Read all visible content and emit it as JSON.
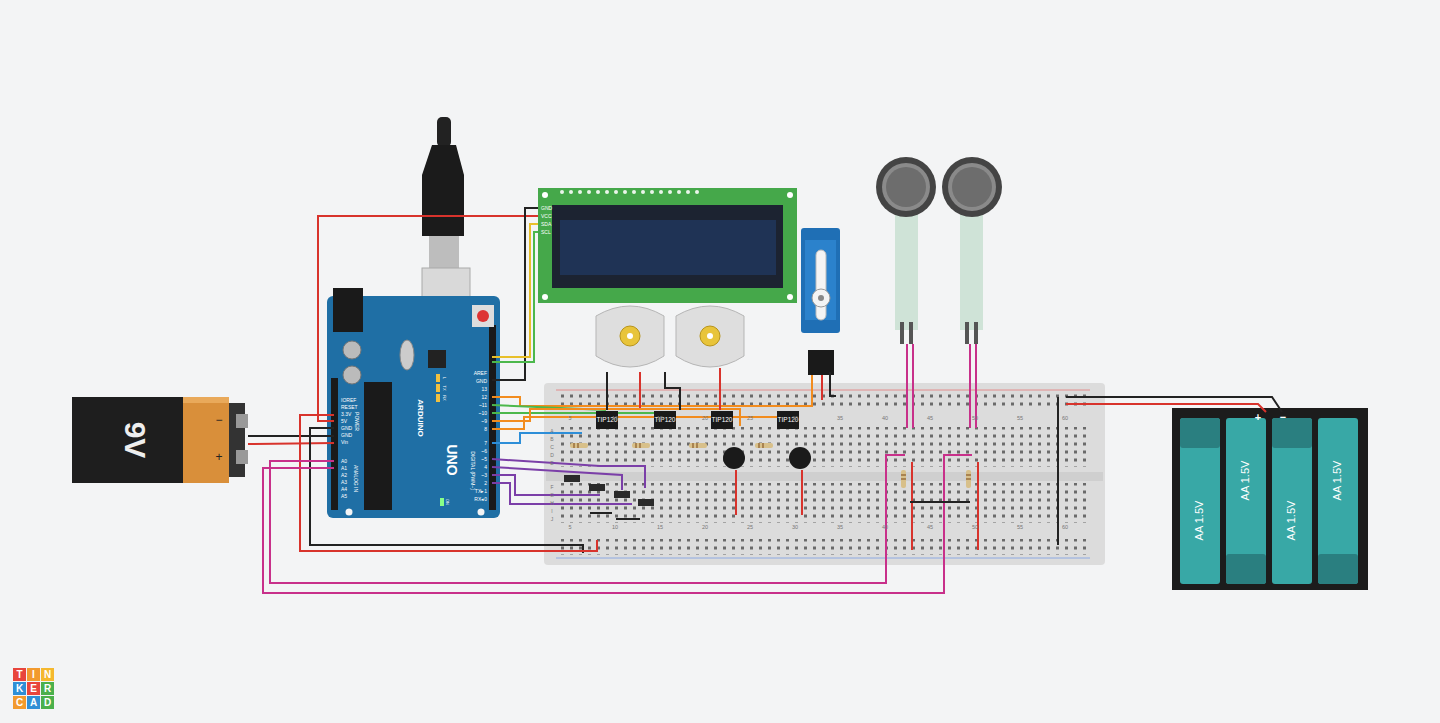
{
  "diagram": {
    "labels": [
      "9V",
      "−",
      "+",
      "IOREF",
      "RESET",
      "3.3V",
      "5V",
      "GND",
      "GND",
      "Vin",
      "POWER",
      "A0",
      "A1",
      "A2",
      "A3",
      "A4",
      "A5",
      "ANALOG IN",
      "AREF",
      "GND",
      "13",
      "12",
      "~11",
      "~10",
      "~9",
      "8",
      "7",
      "~6",
      "~5",
      "4",
      "~3",
      "2",
      "TX▸1",
      "RX◂0",
      "DIGITAL (PWM~)",
      "ARDUINO",
      "UNO",
      "ON",
      "L",
      "TX",
      "RX",
      "GND",
      "VCC",
      "SDA",
      "SCL",
      "TIP120",
      "TIP120",
      "TIP120",
      "TIP120",
      "AA 1.5V",
      "AA 1.5V",
      "AA 1.5V",
      "AA 1.5V",
      "+",
      "−",
      "5",
      "10",
      "15",
      "20",
      "25",
      "30",
      "35",
      "40",
      "45",
      "50",
      "55",
      "60",
      "5",
      "10",
      "15",
      "20",
      "25",
      "30",
      "35",
      "40",
      "45",
      "50",
      "55",
      "60",
      "A",
      "B",
      "C",
      "D",
      "E",
      "F",
      "G",
      "H",
      "I",
      "J",
      "T",
      "I",
      "N",
      "K",
      "E",
      "R",
      "C",
      "A",
      "D"
    ]
  }
}
